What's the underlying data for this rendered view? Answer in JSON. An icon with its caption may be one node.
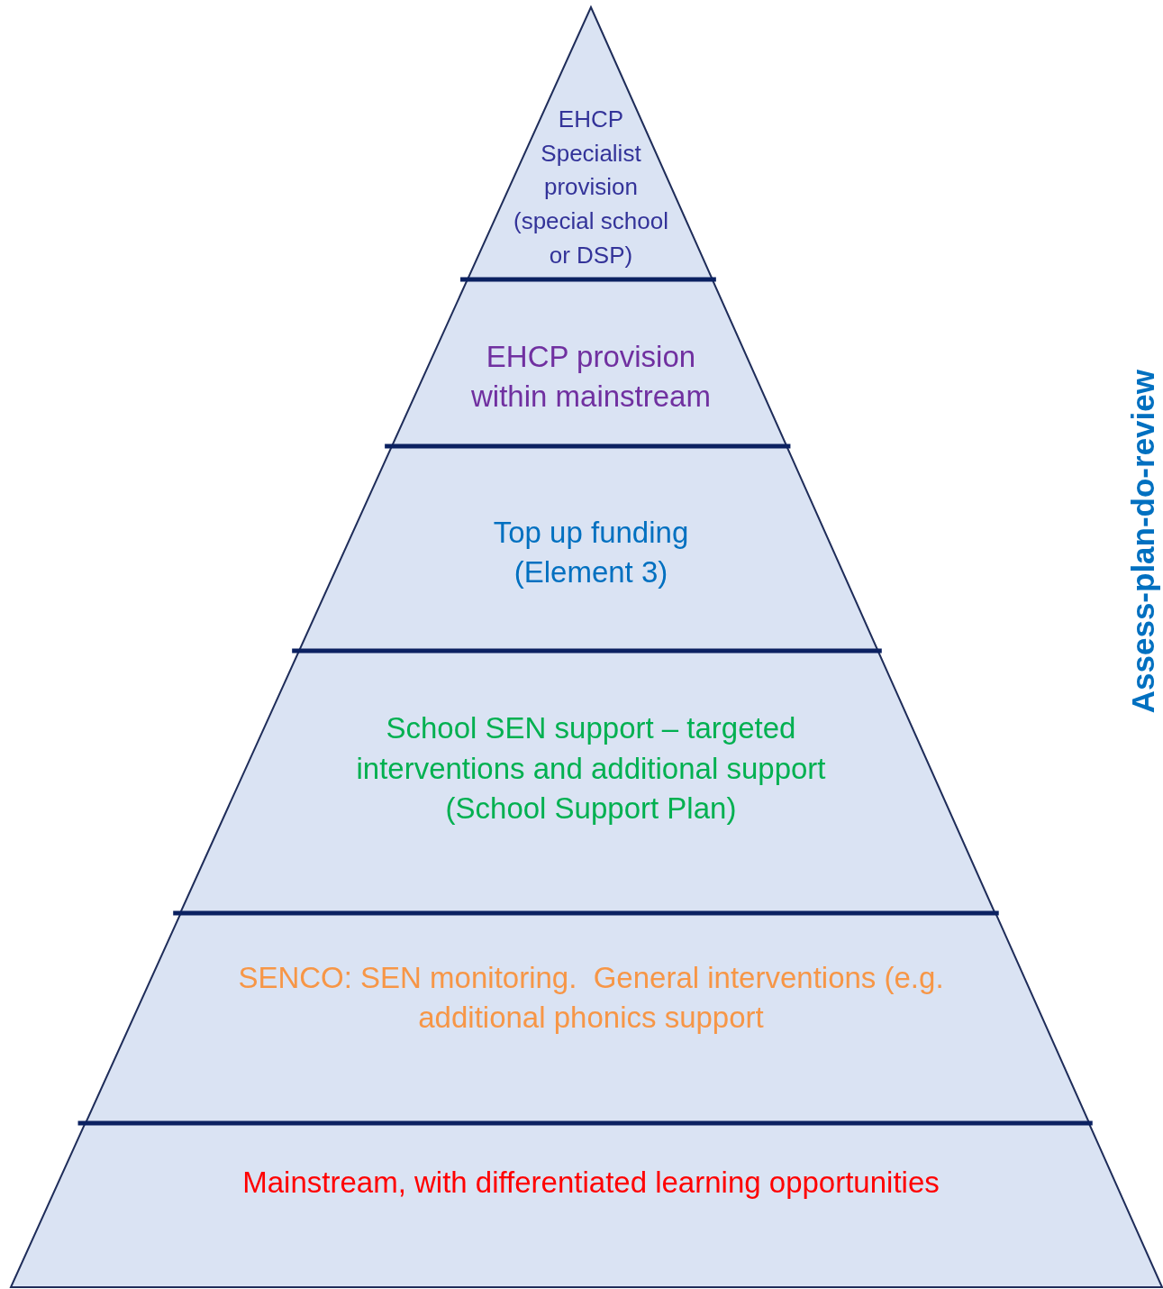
{
  "diagram": {
    "nodes": [
      {
        "text": [
          "EHCP Specialist provision (special school or DSP)"
        ]
      },
      {
        "text": [
          "EHCP provision within mainstream"
        ]
      },
      {
        "text": [
          "Top up funding (Element 3)"
        ]
      },
      {
        "text": [
          "School SEN support – targeted interventions and additional support (School Support Plan)"
        ]
      },
      {
        "text": [
          "SENCO: SEN monitoring.  General interventions (e.g. additional phonics support"
        ]
      },
      {
        "text": [
          "Mainstream, with differentiated learning opportunities"
        ]
      }
    ],
    "edges": [],
    "labels": [
      "Assess-plan-do-review"
    ]
  }
}
